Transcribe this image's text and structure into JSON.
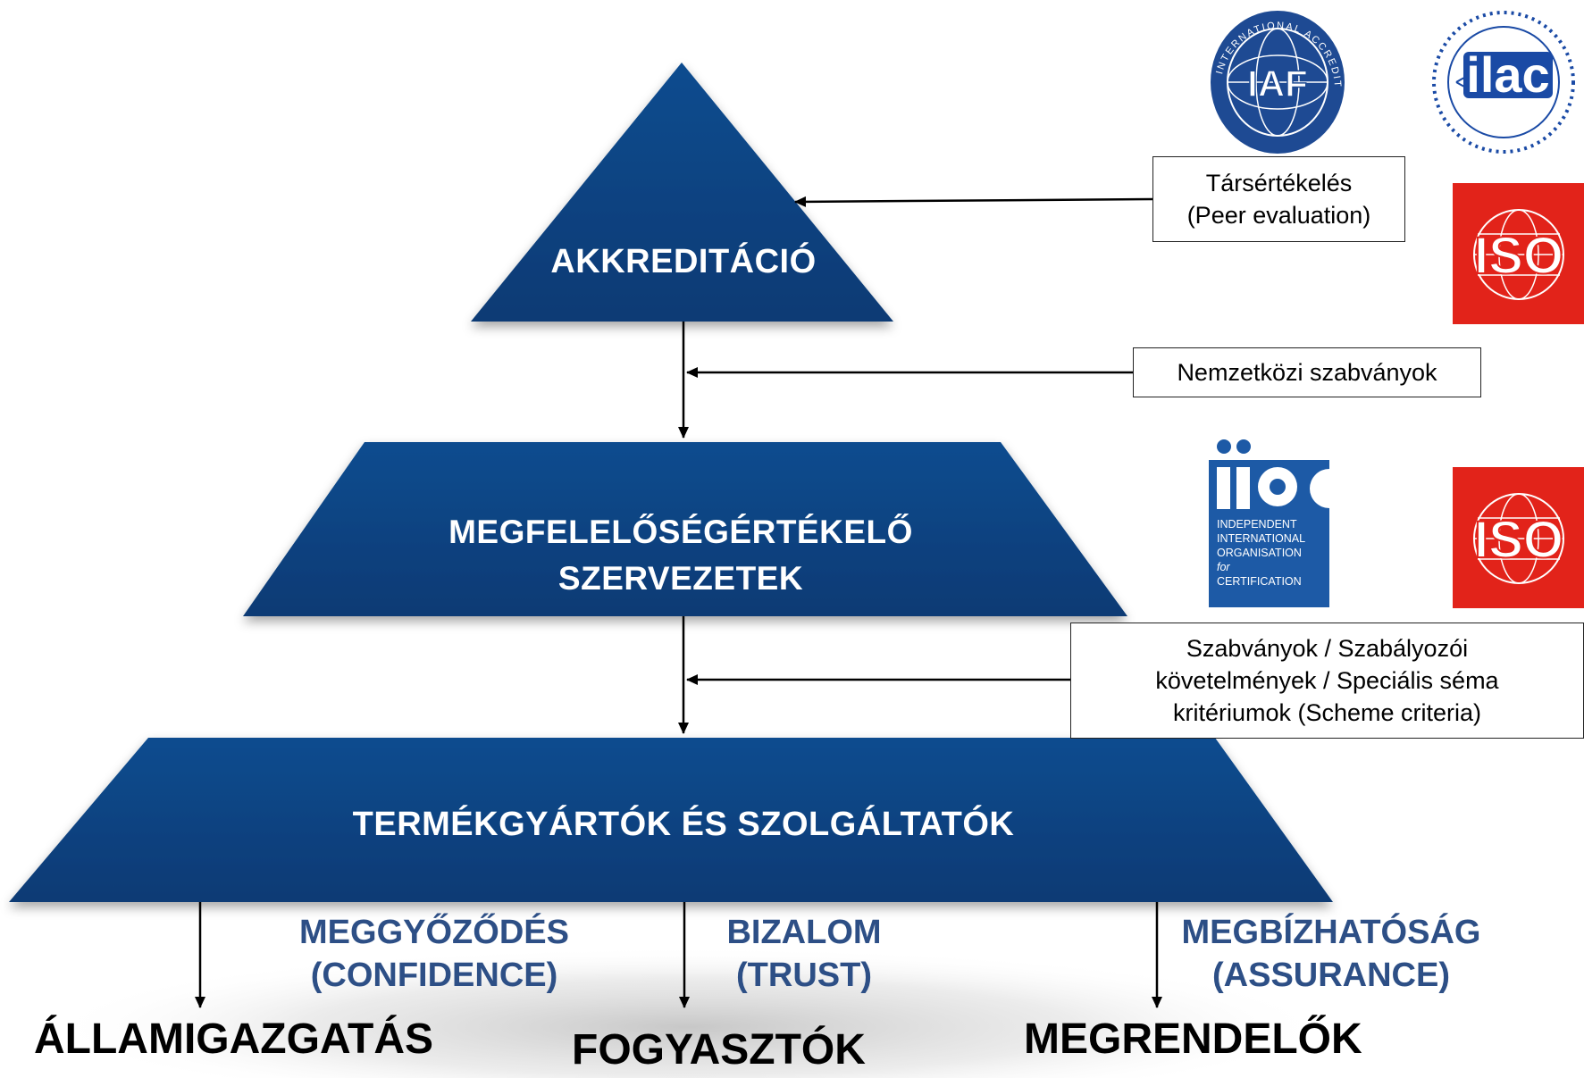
{
  "tiers": {
    "top": "AKKREDITÁCIÓ",
    "middle_line1": "MEGFELELŐSÉGÉRTÉKELŐ",
    "middle_line2": "SZERVEZETEK",
    "bottom": "TERMÉKGYÁRTÓK ÉS SZOLGÁLTATÓK"
  },
  "boxes": {
    "peer_line1": "Társértékelés",
    "peer_line2": "(Peer evaluation)",
    "intl": "Nemzetközi szabványok",
    "scheme_line1": "Szabványok / Szabályozói",
    "scheme_line2": "követelmények / Speciális séma",
    "scheme_line3": "kritériumok (Scheme criteria)"
  },
  "outcomes": {
    "confidence_line1": "MEGGYŐZŐDÉS",
    "confidence_line2": "(CONFIDENCE)",
    "trust_line1": "BIZALOM",
    "trust_line2": "(TRUST)",
    "assurance_line1": "MEGBÍZHATÓSÁG",
    "assurance_line2": "(ASSURANCE)"
  },
  "stakeholders": {
    "government": "ÁLLAMIGAZGATÁS",
    "consumers": "FOGYASZTÓK",
    "clients": "MEGRENDELŐK"
  },
  "logos": {
    "iaf_ring": "INTERNATIONAL ACCREDITATION FORUM",
    "iaf_center": "IAF",
    "ilac": "ilac",
    "iso_1": "ISO",
    "iso_2": "ISO",
    "iioc_mark": "iioc",
    "iioc_line1": "INDEPENDENT",
    "iioc_line2": "INTERNATIONAL",
    "iioc_line3": "ORGANISATION",
    "iioc_line4": "for",
    "iioc_line5": "CERTIFICATION"
  },
  "colors": {
    "tier_blue": "#0d4585",
    "tier_dark": "#062b5a",
    "label_blue": "#2d4f86",
    "iso_red": "#e2231a",
    "iaf_blue": "#1e4a93",
    "ilac_blue": "#1a4aa5",
    "iioc_blue": "#1d5aa6"
  }
}
